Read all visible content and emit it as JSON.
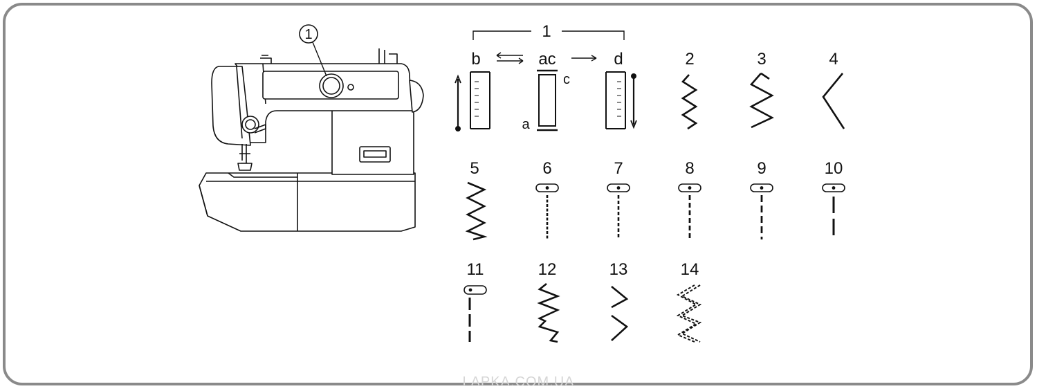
{
  "callout": "1",
  "group_label": "1",
  "sub_labels": {
    "b": "b",
    "ac": "ac",
    "d": "d",
    "a": "a",
    "c": "c"
  },
  "stitch_numbers": [
    "2",
    "3",
    "4",
    "5",
    "6",
    "7",
    "8",
    "9",
    "10",
    "11",
    "12",
    "13",
    "14"
  ],
  "watermark": "LAPKA.COM.UA",
  "colors": {
    "frame": "#8a8a8a",
    "ink": "#111111",
    "watermark": "#d6d6d6"
  }
}
